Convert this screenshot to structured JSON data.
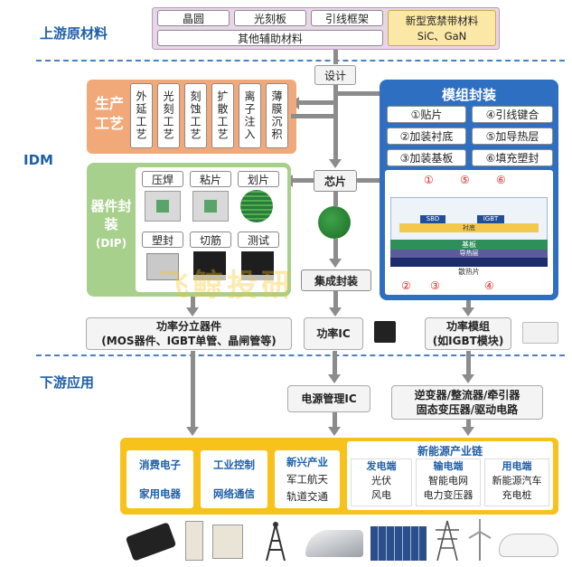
{
  "sections": {
    "upstream": "上游原材料",
    "idm": "IDM",
    "downstream": "下游应用"
  },
  "upstream": {
    "items": [
      "晶圆",
      "光刻板",
      "引线框架"
    ],
    "aux": "其他辅助材料",
    "new_material": {
      "line1": "新型宽禁带材料",
      "line2": "SiC、GaN"
    }
  },
  "design": "设计",
  "production": {
    "title": "生产工艺",
    "steps": [
      "外延工艺",
      "光刻工艺",
      "刻蚀工艺",
      "扩散工艺",
      "离子注入",
      "薄膜沉积"
    ]
  },
  "chip": "芯片",
  "device_pack": {
    "title": "器件封装",
    "subtitle": "(DIP)",
    "steps": [
      "压焊",
      "粘片",
      "划片",
      "塑封",
      "切筋",
      "测试"
    ]
  },
  "integrated_pack": "集成封装",
  "module_pack": {
    "title": "模组封装",
    "steps": [
      "①贴片",
      "④引线键合",
      "②加装衬底",
      "⑤加导热层",
      "③加装基板",
      "⑥填充塑封"
    ],
    "diagram_labels": {
      "sbd": "SBD",
      "igbt": "IGBT",
      "substrate": "衬底",
      "base": "基板",
      "thermal": "导热层",
      "heatsink": "散热片"
    },
    "markers_top": [
      "①",
      "⑤",
      "⑥"
    ],
    "markers_bottom": [
      "②",
      "③",
      "④"
    ]
  },
  "outputs": {
    "discrete": {
      "line1": "功率分立器件",
      "line2": "(MOS器件、IGBT单管、晶闸管等)"
    },
    "power_ic": "功率IC",
    "power_module": {
      "line1": "功率模组",
      "line2": "(如IGBT模块)"
    }
  },
  "downstream_mid": {
    "pmic": "电源管理IC",
    "inverter": {
      "line1": "逆变器/整流器/牵引器",
      "line2": "固态变压器/驱动电路"
    }
  },
  "apps": {
    "consumer": [
      "消费电子",
      "家用电器"
    ],
    "industrial": [
      "工业控制",
      "网络通信"
    ],
    "emerging": {
      "title": "新兴产业",
      "items": [
        "军工航天",
        "轨道交通"
      ]
    },
    "new_energy": {
      "title": "新能源产业链",
      "gen": {
        "title": "发电端",
        "items": [
          "光伏",
          "风电"
        ]
      },
      "trans": {
        "title": "输电端",
        "items": [
          "智能电网",
          "电力变压器"
        ]
      },
      "use": {
        "title": "用电端",
        "items": [
          "新能源汽车",
          "充电桩"
        ]
      }
    }
  },
  "watermark": "飞鲸投研",
  "icons": [
    "phone-icon",
    "server-icon",
    "ups-icon",
    "antenna-tower-icon",
    "bullet-train-icon",
    "solar-panel-icon",
    "power-pylon-icon",
    "wind-turbine-icon",
    "electric-car-icon"
  ],
  "colors": {
    "blue": "#1f5fa8",
    "orange": "#f2a97a",
    "green": "#a8d08d",
    "gold": "#f7c21b",
    "module_bg": "#2e6fc2",
    "pink": "#e8d6e8"
  }
}
